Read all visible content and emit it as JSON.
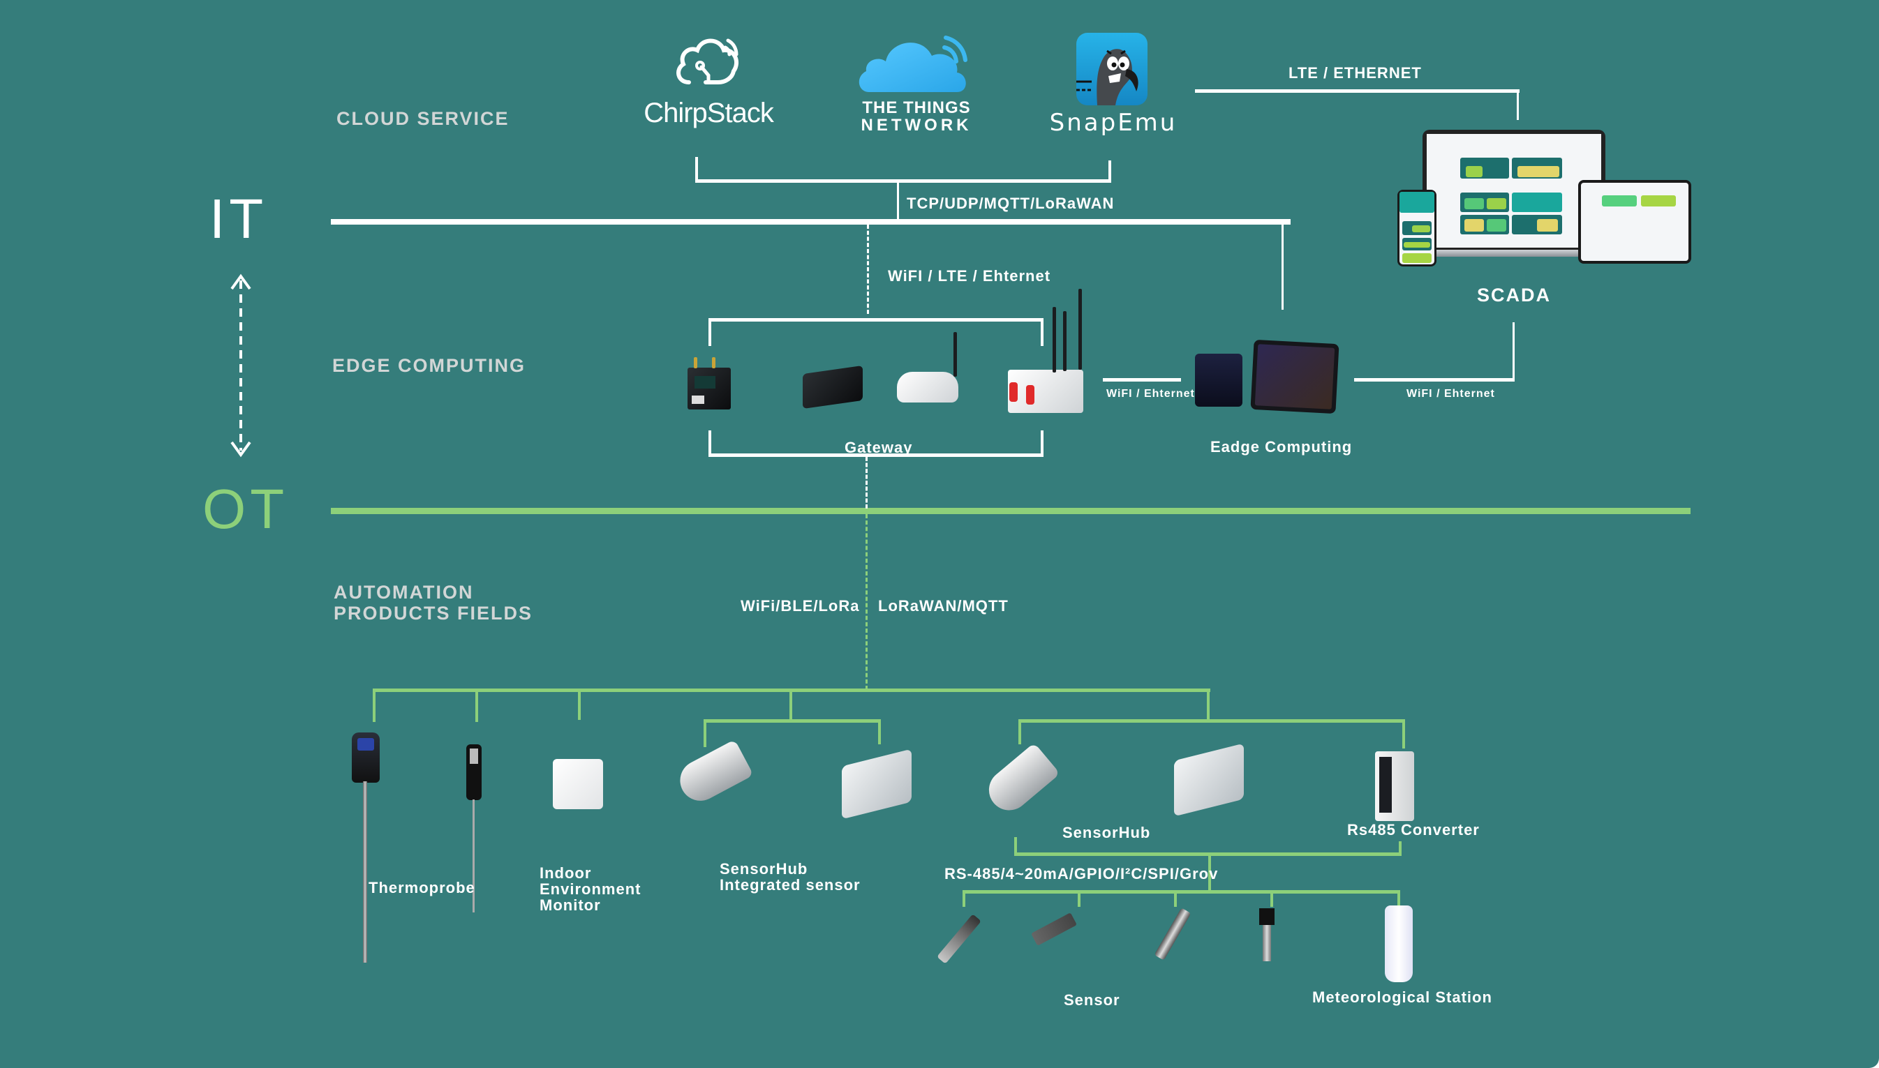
{
  "layers": {
    "it": "IT",
    "ot": "OT"
  },
  "sections": {
    "cloud_service": "CLOUD SERVICE",
    "edge_computing": "EDGE COMPUTING",
    "automation_line1": "AUTOMATION",
    "automation_line2": "PRODUCTS FIELDS"
  },
  "cloud": {
    "chirpstack": "ChirpStack",
    "ttn_line1": "THE THINGS",
    "ttn_line2": "NETWORK",
    "snapemu": "SnapEmu"
  },
  "protocols": {
    "cloud_to_it": "TCP/UDP/MQTT/LoRaWAN",
    "lte_ethernet": "LTE / ETHERNET",
    "wifi_lte_ethernet": "WiFI / LTE / Ehternet",
    "gateway_to_edge": "WiFI /  Ehternet",
    "edge_to_scada": "WiFI /  Ehternet",
    "field_left": "WiFi/BLE/LoRa",
    "field_right": "LoRaWAN/MQTT",
    "sensor_bus": "RS-485/4~20mA/GPIO/I²C/SPI/Grov"
  },
  "labels": {
    "scada": "SCADA",
    "gateway": "Gateway",
    "edge_computing_device": "Eadge Computing",
    "thermoprobe": "Thermoprobe",
    "indoor_line1": "Indoor",
    "indoor_line2": "Environment",
    "indoor_line3": "Monitor",
    "sensorhub_integrated_line1": "SensorHub",
    "sensorhub_integrated_line2": "Integrated sensor",
    "sensorhub": "SensorHub",
    "rs485_converter": "Rs485 Converter",
    "sensor": "Sensor",
    "meteorological_station": "Meteorological Station"
  },
  "colors": {
    "background": "#357d7b",
    "it_line": "#ffffff",
    "ot_line": "#8dd07a",
    "section_label": "#d2d6d6",
    "ttn_cloud": "#3cb8f0",
    "snapemu_bg": "#1e9fd6"
  }
}
